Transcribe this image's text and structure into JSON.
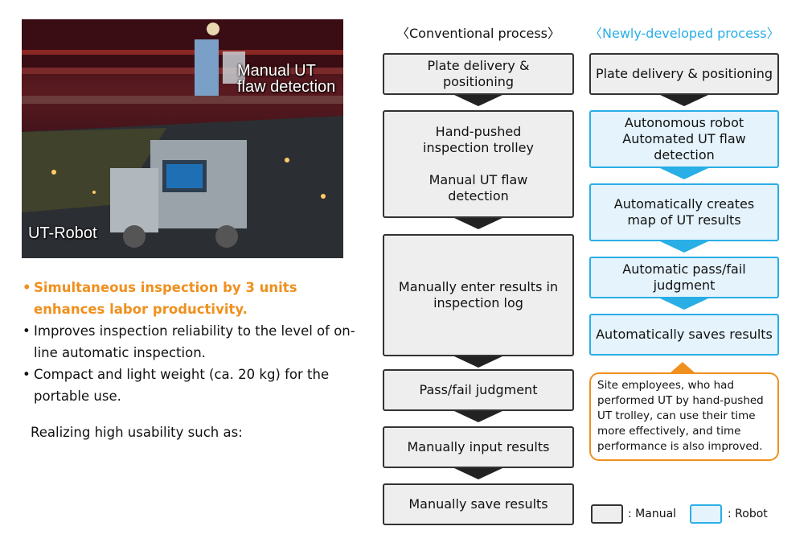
{
  "photo": {
    "label_manual": "Manual UT\nflaw detection",
    "label_robot": "UT-Robot"
  },
  "bullets": [
    "Simultaneous inspection by 3 units enhances labor productivity.",
    "Improves inspection reliability to the level of on-line automatic inspection.",
    "Compact and light weight (ca. 20 kg) for the portable use."
  ],
  "usability": "Realizing high usability such as:",
  "conventional": {
    "title": "〈Conventional process〉",
    "steps": [
      "Plate delivery & positioning",
      "Hand-pushed inspection trolley\n\nManual UT flaw detection",
      "Manually enter results in inspection log",
      "Pass/fail judgment",
      "Manually input results",
      "Manually save results"
    ]
  },
  "new_process": {
    "title": "〈Newly-developed process〉",
    "steps": [
      "Plate delivery & positioning",
      "Autonomous robot\nAutomated UT flaw detection",
      "Automatically creates map of UT results",
      "Automatic pass/fail judgment",
      "Automatically saves results"
    ],
    "note": "Site employees, who had performed UT by hand-pushed UT trolley, can  use their time more effectively, and time performance is also improved."
  },
  "legend": {
    "manual": ": Manual",
    "robot": ": Robot"
  },
  "colors": {
    "accent_orange": "#f0901e",
    "robot_blue": "#29aee6",
    "manual_gray": "#eeeeee"
  }
}
